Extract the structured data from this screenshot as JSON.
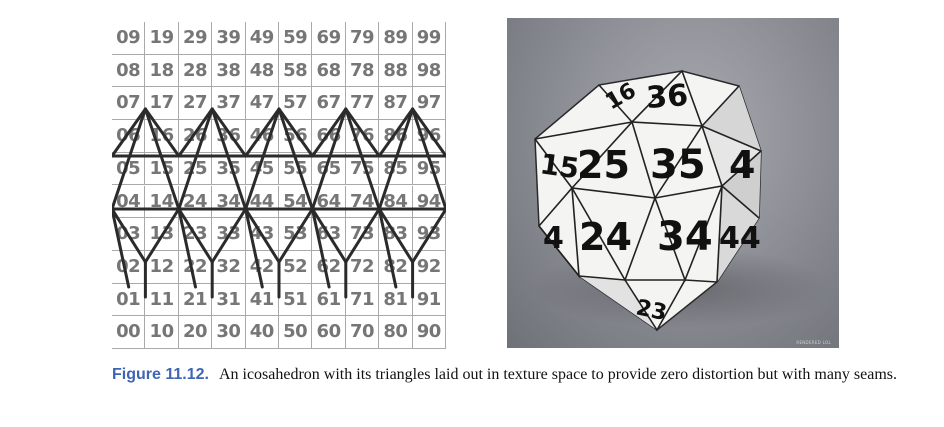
{
  "figure": {
    "label": "Figure 11.12.",
    "caption": "An icosahedron with its triangles laid out in texture space to provide zero distortion but with many seams."
  },
  "texture_grid": {
    "rows": [
      [
        "09",
        "19",
        "29",
        "39",
        "49",
        "59",
        "69",
        "79",
        "89",
        "99"
      ],
      [
        "08",
        "18",
        "28",
        "38",
        "48",
        "58",
        "68",
        "78",
        "88",
        "98"
      ],
      [
        "07",
        "17",
        "27",
        "37",
        "47",
        "57",
        "67",
        "77",
        "87",
        "97"
      ],
      [
        "06",
        "16",
        "26",
        "36",
        "46",
        "56",
        "66",
        "76",
        "86",
        "96"
      ],
      [
        "05",
        "15",
        "25",
        "35",
        "45",
        "55",
        "65",
        "75",
        "85",
        "95"
      ],
      [
        "04",
        "14",
        "24",
        "34",
        "44",
        "54",
        "64",
        "74",
        "84",
        "94"
      ],
      [
        "03",
        "13",
        "23",
        "33",
        "43",
        "53",
        "63",
        "73",
        "83",
        "93"
      ],
      [
        "02",
        "12",
        "22",
        "32",
        "42",
        "52",
        "62",
        "72",
        "82",
        "92"
      ],
      [
        "01",
        "11",
        "21",
        "31",
        "41",
        "51",
        "61",
        "71",
        "81",
        "91"
      ],
      [
        "00",
        "10",
        "20",
        "30",
        "40",
        "50",
        "60",
        "70",
        "80",
        "90"
      ]
    ],
    "text_color": "#767676",
    "line_color": "#a9a9a9",
    "seam_color": "#2b2b2b"
  },
  "render": {
    "face_numbers": [
      "36",
      "16",
      "25",
      "35",
      "4",
      "15",
      "24",
      "34",
      "44",
      "4",
      "23"
    ],
    "credit": "RENDERED LOL"
  }
}
